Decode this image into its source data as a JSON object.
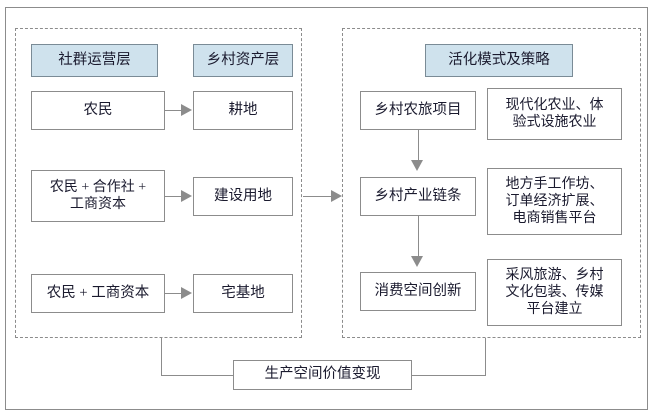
{
  "diagram": {
    "left_panel": {
      "headers": [
        {
          "label": "社群运营层"
        },
        {
          "label": "乡村资产层"
        }
      ],
      "rows": [
        {
          "source": "农民",
          "asset": "耕地"
        },
        {
          "source": "农民 + 合作社 +\n工商资本",
          "asset": "建设用地"
        },
        {
          "source": "农民 + 工商资本",
          "asset": "宅基地"
        }
      ]
    },
    "right_panel": {
      "header": {
        "label": "活化模式及策略"
      },
      "rows": [
        {
          "mode": "乡村农旅项目",
          "strategy": "现代化农业、体\n验式设施农业"
        },
        {
          "mode": "乡村产业链条",
          "strategy": "地方手工作坊、\n订单经济扩展、\n电商销售平台"
        },
        {
          "mode": "消费空间创新",
          "strategy": "采风旅游、乡村\n文化包装、传媒\n平台建立"
        }
      ]
    },
    "footer": {
      "label": "生产空间价值变现"
    },
    "colors": {
      "header_fill": "#cfe2ed",
      "line": "#8c8c8c",
      "text": "#1a1a2e",
      "background": "#ffffff"
    }
  }
}
